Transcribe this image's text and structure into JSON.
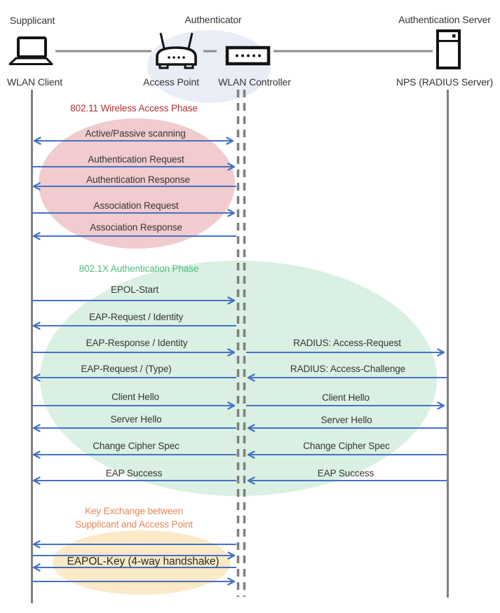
{
  "nodes": {
    "roles": [
      {
        "label": "Supplicant"
      },
      {
        "label": "Authenticator"
      },
      {
        "label": "Authentication Server"
      }
    ],
    "devices": [
      {
        "label": "WLAN Client",
        "icon": "laptop-icon"
      },
      {
        "label": "Access Point",
        "icon": "access-point-icon"
      },
      {
        "label": "WLAN Controller",
        "icon": "controller-icon"
      },
      {
        "label": "NPS (RADIUS Server)",
        "icon": "server-icon"
      }
    ]
  },
  "phases": [
    {
      "title": "802.11 Wireless Access Phase",
      "title_color": "#B02E31",
      "ellipse_color": "#F1CBCE",
      "messages": [
        {
          "label": "Active/Passive scanning",
          "direction": "both",
          "lane": "client-controller"
        },
        {
          "label": "Authentication Request",
          "direction": "right",
          "lane": "client-controller"
        },
        {
          "label": "Authentication Response",
          "direction": "left",
          "lane": "client-controller"
        },
        {
          "label": "Association Request",
          "direction": "right",
          "lane": "client-controller"
        },
        {
          "label": "Association Response",
          "direction": "left",
          "lane": "client-controller"
        }
      ]
    },
    {
      "title": "802.1X Authentication Phase",
      "title_color": "#4CBB7B",
      "ellipse_color": "#D9F0E2",
      "messages_left": [
        {
          "label": "EPOL-Start",
          "direction": "right",
          "lane": "client-controller"
        },
        {
          "label": "EAP-Request / Identity",
          "direction": "left",
          "lane": "client-controller"
        },
        {
          "label": "EAP-Response / Identity",
          "direction": "right",
          "lane": "client-controller"
        },
        {
          "label": "EAP-Request / (Type)",
          "direction": "left",
          "lane": "client-controller"
        },
        {
          "label": "Client Hello",
          "direction": "right",
          "lane": "client-controller"
        },
        {
          "label": "Server Hello",
          "direction": "left",
          "lane": "client-controller"
        },
        {
          "label": "Change Cipher Spec",
          "direction": "left",
          "lane": "client-controller"
        },
        {
          "label": "EAP Success",
          "direction": "left",
          "lane": "client-controller"
        }
      ],
      "messages_right": [
        {
          "label": "RADIUS: Access-Request",
          "direction": "right",
          "lane": "controller-server"
        },
        {
          "label": "RADIUS: Access-Challenge",
          "direction": "left",
          "lane": "controller-server"
        },
        {
          "label": "Client Hello",
          "direction": "right",
          "lane": "controller-server"
        },
        {
          "label": "Server Hello",
          "direction": "left",
          "lane": "controller-server"
        },
        {
          "label": "Change Cipher Spec",
          "direction": "left",
          "lane": "controller-server"
        },
        {
          "label": "EAP Success",
          "direction": "left",
          "lane": "controller-server"
        }
      ]
    },
    {
      "title_line1": "Key Exchange between",
      "title_line2": "Supplicant and Access Point",
      "title_color": "#E2875C",
      "ellipse_color": "#FBE9C7",
      "messages": [
        {
          "label": "EAPOL-Key (4-way handshake)",
          "direction": "alternating",
          "arrows": [
            "left",
            "right",
            "left",
            "right"
          ],
          "lane": "client-controller"
        }
      ]
    }
  ],
  "colors": {
    "arrow": "#4472C4",
    "lifeline": "#7F7F7F",
    "text": "#363636",
    "hub_ellipse": "#E9EDF6"
  }
}
